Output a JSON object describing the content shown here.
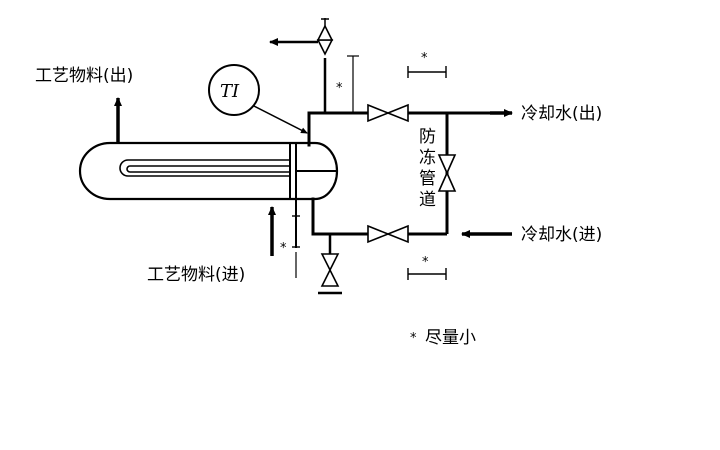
{
  "labels": {
    "process_out": "工艺物料(出)",
    "process_in": "工艺物料(进)",
    "cooling_out": "冷却水(出)",
    "cooling_in": "冷却水(进)",
    "antifreeze_pipe": "防冻管道",
    "instrument_tag": "TI",
    "star": "*",
    "legend_note": "尽量小"
  }
}
